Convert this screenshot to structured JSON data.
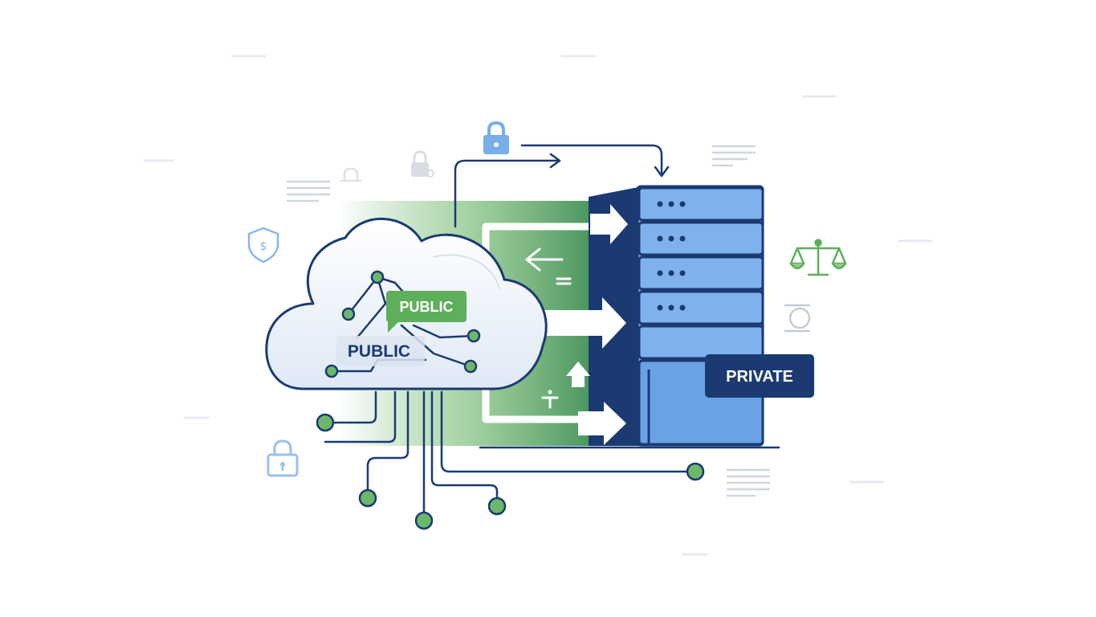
{
  "labels": {
    "public_green": "PUBLIC",
    "public_white": "PUBLIC",
    "private": "PRIVATE"
  },
  "colors": {
    "navy": "#1b3a72",
    "green": "#5fae5c",
    "blue": "#6aa2e6",
    "light_blue": "#8ab7ea",
    "gray_icon": "#c9d0da"
  },
  "icons": [
    "lock-icon",
    "shield-dollar-icon",
    "scales-icon",
    "sync-icon",
    "document-lines-icon",
    "server-rack-icon",
    "cloud-icon"
  ]
}
